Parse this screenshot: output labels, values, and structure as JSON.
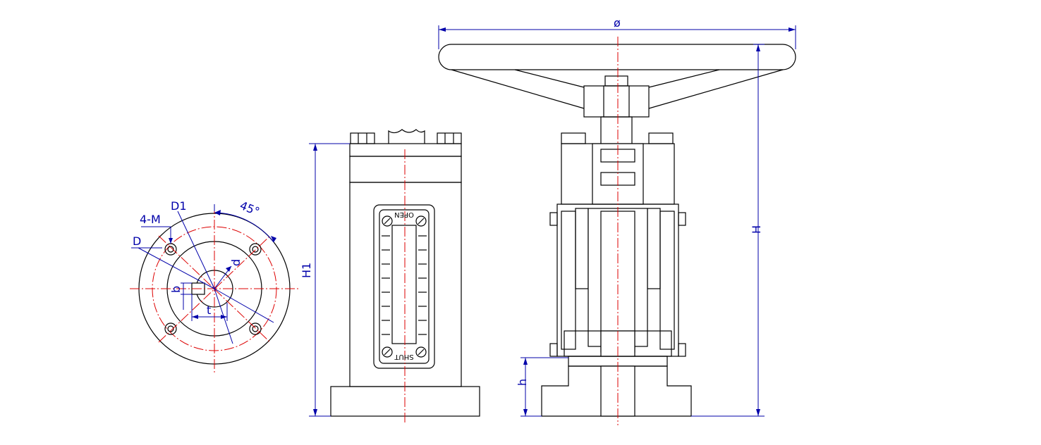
{
  "labels": {
    "diameter": "ø",
    "height_total": "H",
    "height_body": "H1",
    "height_base": "h",
    "angle": "45°",
    "bolt_holes": "4-M",
    "bolt_circle": "D1",
    "outer_diameter": "D",
    "bore": "d",
    "key_width": "b",
    "key_depth": "t"
  },
  "gauge": {
    "open": "OPEN",
    "shut": "SHUT"
  },
  "colors": {
    "outline": "#000000",
    "centerline": "#dd0000",
    "dimension": "#0000aa"
  }
}
